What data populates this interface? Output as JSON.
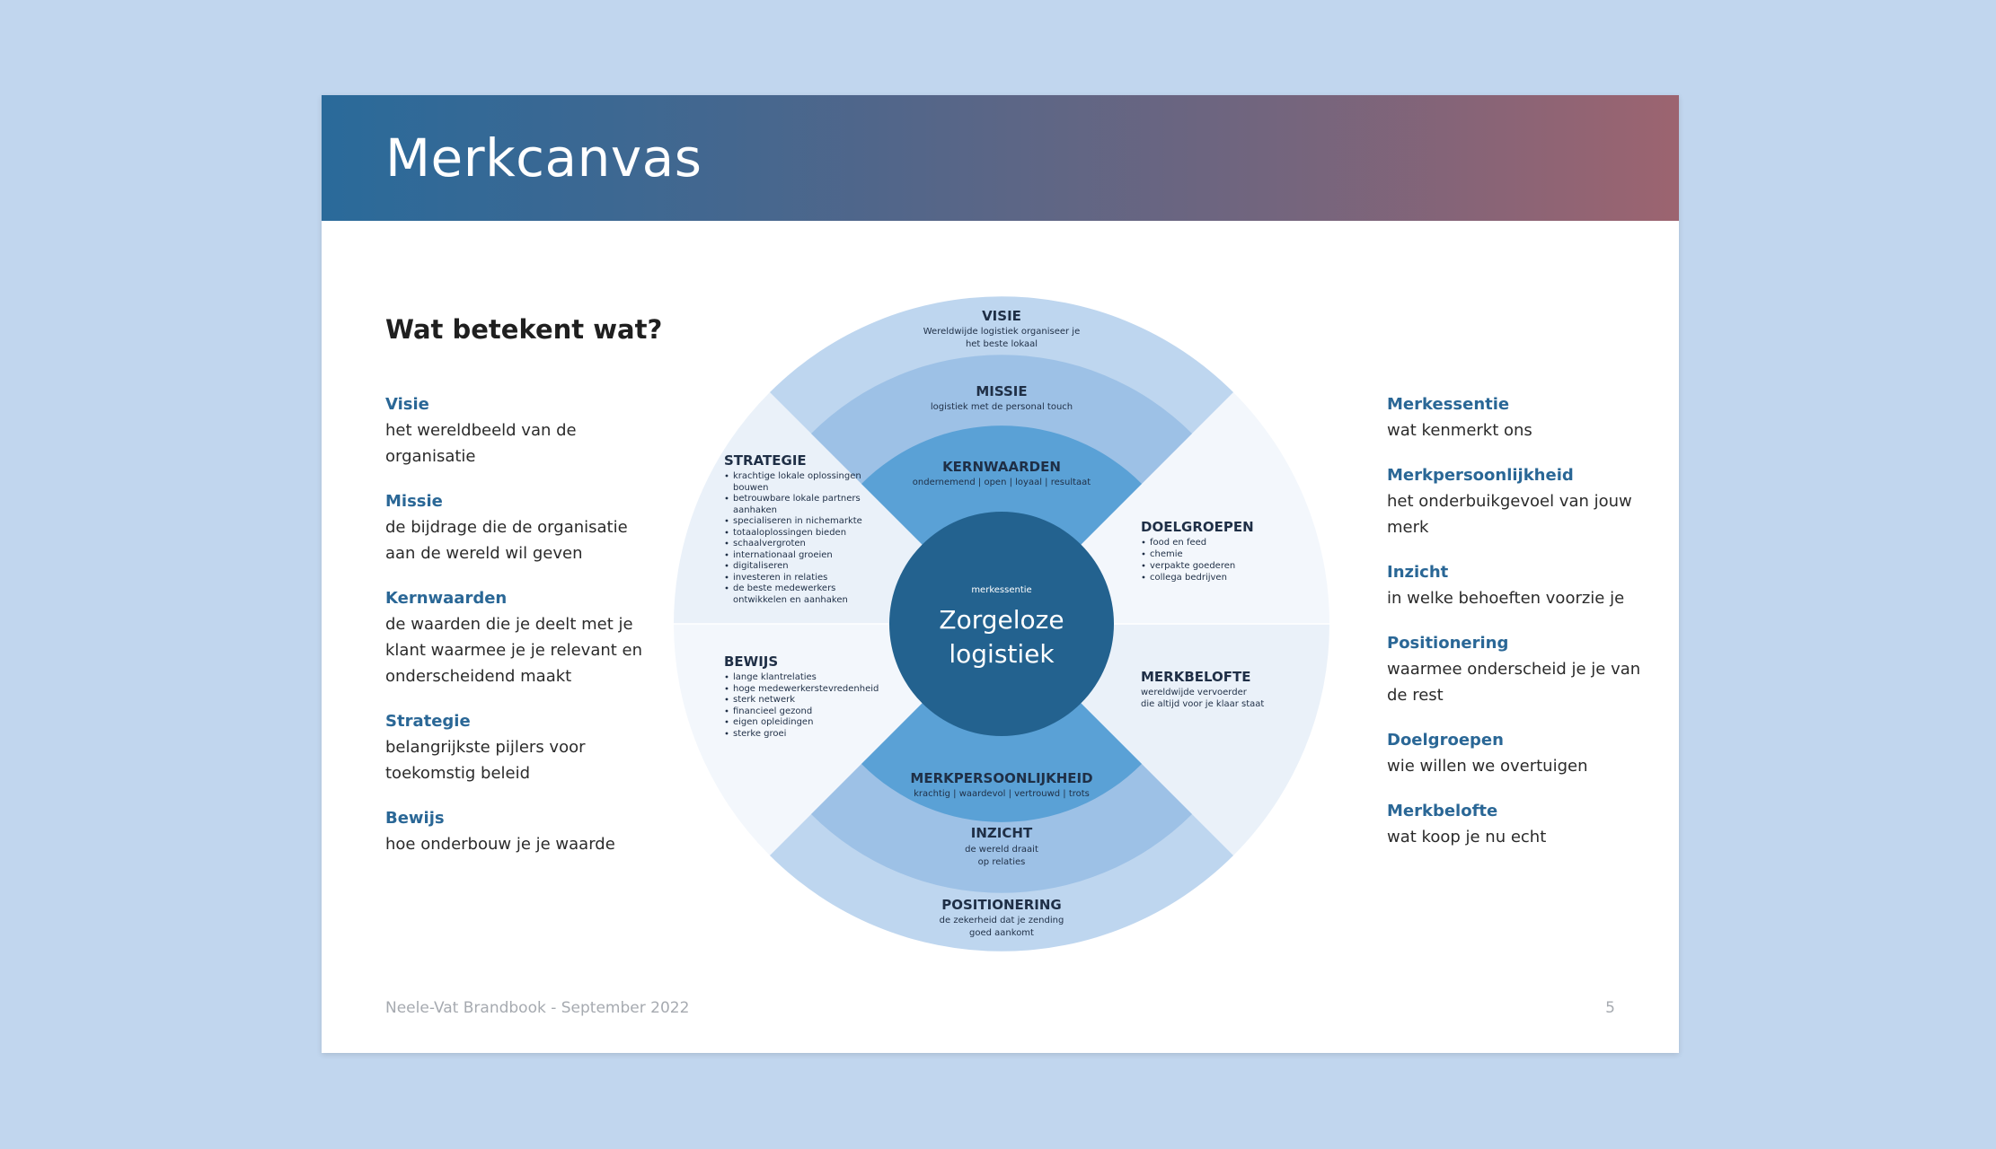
{
  "header": {
    "title": "Merkcanvas"
  },
  "intro_title": "Wat betekent wat?",
  "left_definitions": [
    {
      "term": "Visie",
      "text": "het wereldbeeld van de organisatie"
    },
    {
      "term": "Missie",
      "text": "de bijdrage die de organisatie aan de wereld wil geven"
    },
    {
      "term": "Kernwaarden",
      "text": "de waarden die je deelt met je klant waarmee je je relevant en onderscheidend maakt"
    },
    {
      "term": "Strategie",
      "text": "belangrijkste pijlers voor toekomstig beleid"
    },
    {
      "term": "Bewijs",
      "text": "hoe onderbouw je je waarde"
    }
  ],
  "right_definitions": [
    {
      "term": "Merkessentie",
      "text": "wat kenmerkt ons"
    },
    {
      "term": "Merkpersoonlijkheid",
      "text": "het onderbuikgevoel van jouw merk"
    },
    {
      "term": "Inzicht",
      "text": "in welke behoeften voorzie je"
    },
    {
      "term": "Positionering",
      "text": "waarmee onderscheid je je van de rest"
    },
    {
      "term": "Doelgroepen",
      "text": "wie willen we overtuigen"
    },
    {
      "term": "Merkbelofte",
      "text": "wat koop je nu echt"
    }
  ],
  "wheel": {
    "center": {
      "label": "merkessentie",
      "line1": "Zorgeloze",
      "line2": "logistiek"
    },
    "visie": {
      "title": "VISIE",
      "line1": "Wereldwijde logistiek organiseer je",
      "line2": "het beste lokaal"
    },
    "missie": {
      "title": "MISSIE",
      "line1": "logistiek met de personal touch"
    },
    "kernwaarden": {
      "title": "KERNWAARDEN",
      "line1": "ondernemend | open | loyaal | resultaat"
    },
    "merkpersoonlijkheid": {
      "title": "MERKPERSOONLIJKHEID",
      "line1": "krachtig | waardevol | vertrouwd | trots"
    },
    "inzicht": {
      "title": "INZICHT",
      "line1": "de wereld draait",
      "line2": "op relaties"
    },
    "positionering": {
      "title": "POSITIONERING",
      "line1": "de zekerheid dat je zending",
      "line2": "goed aankomt"
    },
    "strategie": {
      "title": "STRATEGIE",
      "items": [
        "krachtige lokale oplossingen",
        "bouwen",
        "betrouwbare lokale partners",
        "aanhaken",
        "specialiseren in nichemarkte",
        "totaaloplossingen bieden",
        "schaalvergroten",
        "internationaal groeien",
        "digitaliseren",
        "investeren in relaties",
        "de beste medewerkers",
        "ontwikkelen en aanhaken"
      ]
    },
    "bewijs": {
      "title": "BEWIJS",
      "items": [
        "lange klantrelaties",
        "hoge medewerkerstevredenheid",
        "sterk netwerk",
        "financieel gezond",
        "eigen opleidingen",
        "sterke groei"
      ]
    },
    "doelgroepen": {
      "title": "DOELGROEPEN",
      "items": [
        "food en feed",
        "chemie",
        "verpakte goederen",
        "collega bedrijven"
      ]
    },
    "merkbelofte": {
      "title": "MERKBELOFTE",
      "line1": "wereldwijde vervoerder",
      "line2": "die altijd voor je klaar staat"
    }
  },
  "footer": {
    "left": "Neele-Vat Brandbook - September 2022",
    "page": "5"
  },
  "colors": {
    "background": "#c1d6ee",
    "accent": "#2a6796",
    "center": "#23628f",
    "ring_inner": "#5aa1d6",
    "ring_mid": "#9dc1e6",
    "ring_outer": "#bed6ef",
    "side_light": "#eaf1f9",
    "side_lighter": "#f3f7fc"
  }
}
